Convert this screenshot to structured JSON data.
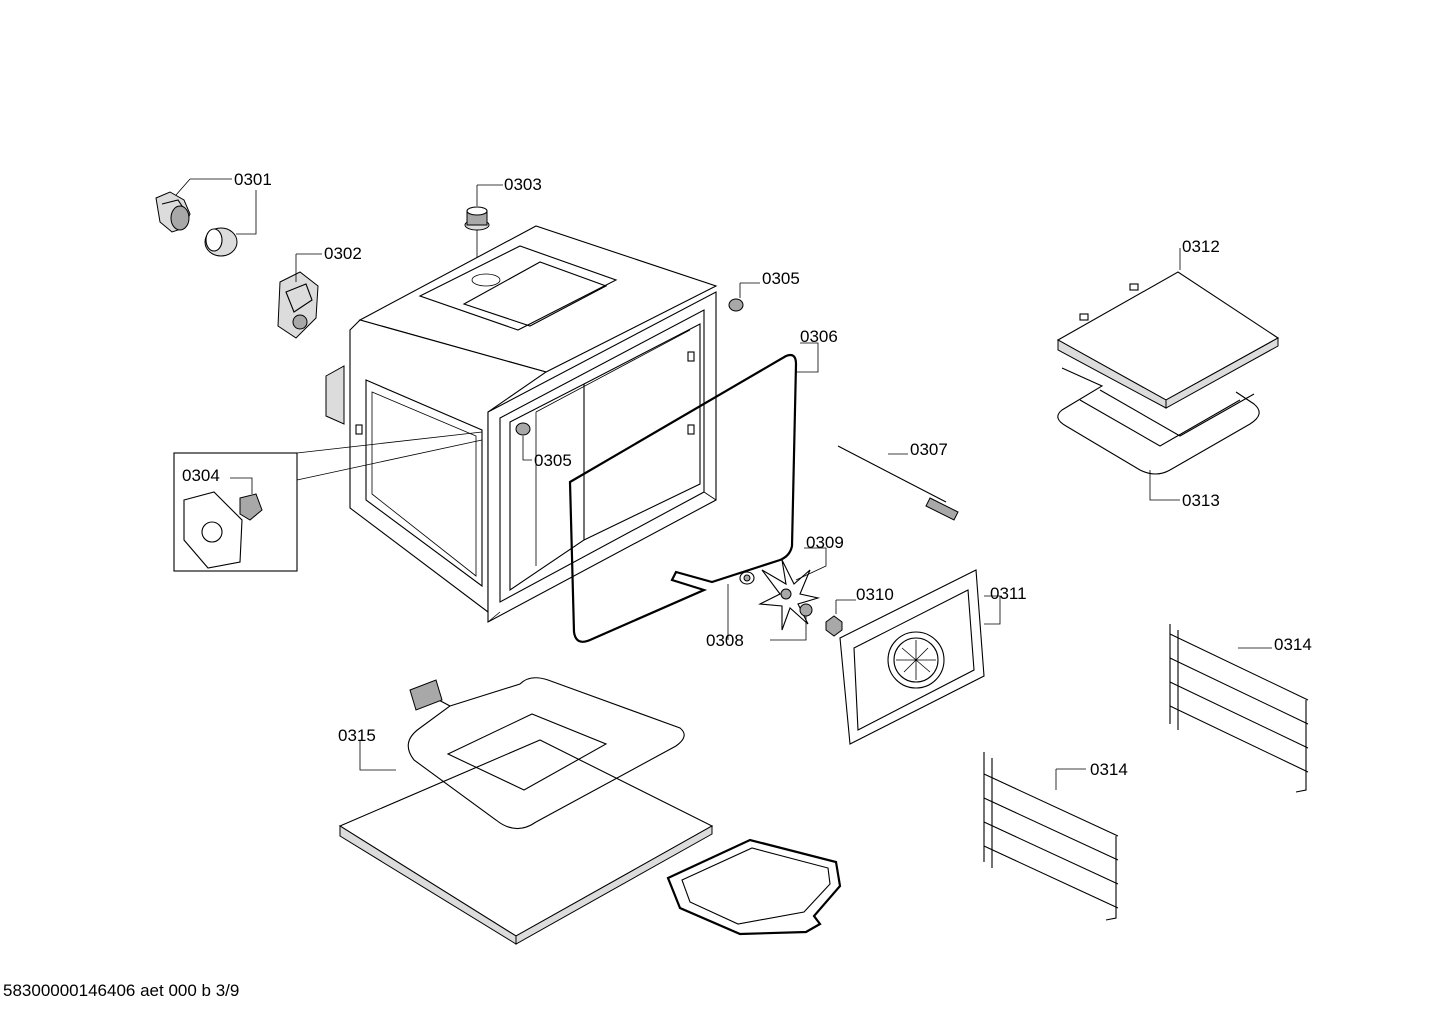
{
  "diagram": {
    "labels": {
      "p0301": "0301",
      "p0302": "0302",
      "p0303": "0303",
      "p0304": "0304",
      "p0305a": "0305",
      "p0305b": "0305",
      "p0306": "0306",
      "p0307": "0307",
      "p0308": "0308",
      "p0309": "0309",
      "p0310": "0310",
      "p0311": "0311",
      "p0312": "0312",
      "p0313": "0313",
      "p0314a": "0314",
      "p0314b": "0314",
      "p0315": "0315"
    },
    "footer": "58300000146406 aet 000 b 3/9"
  }
}
